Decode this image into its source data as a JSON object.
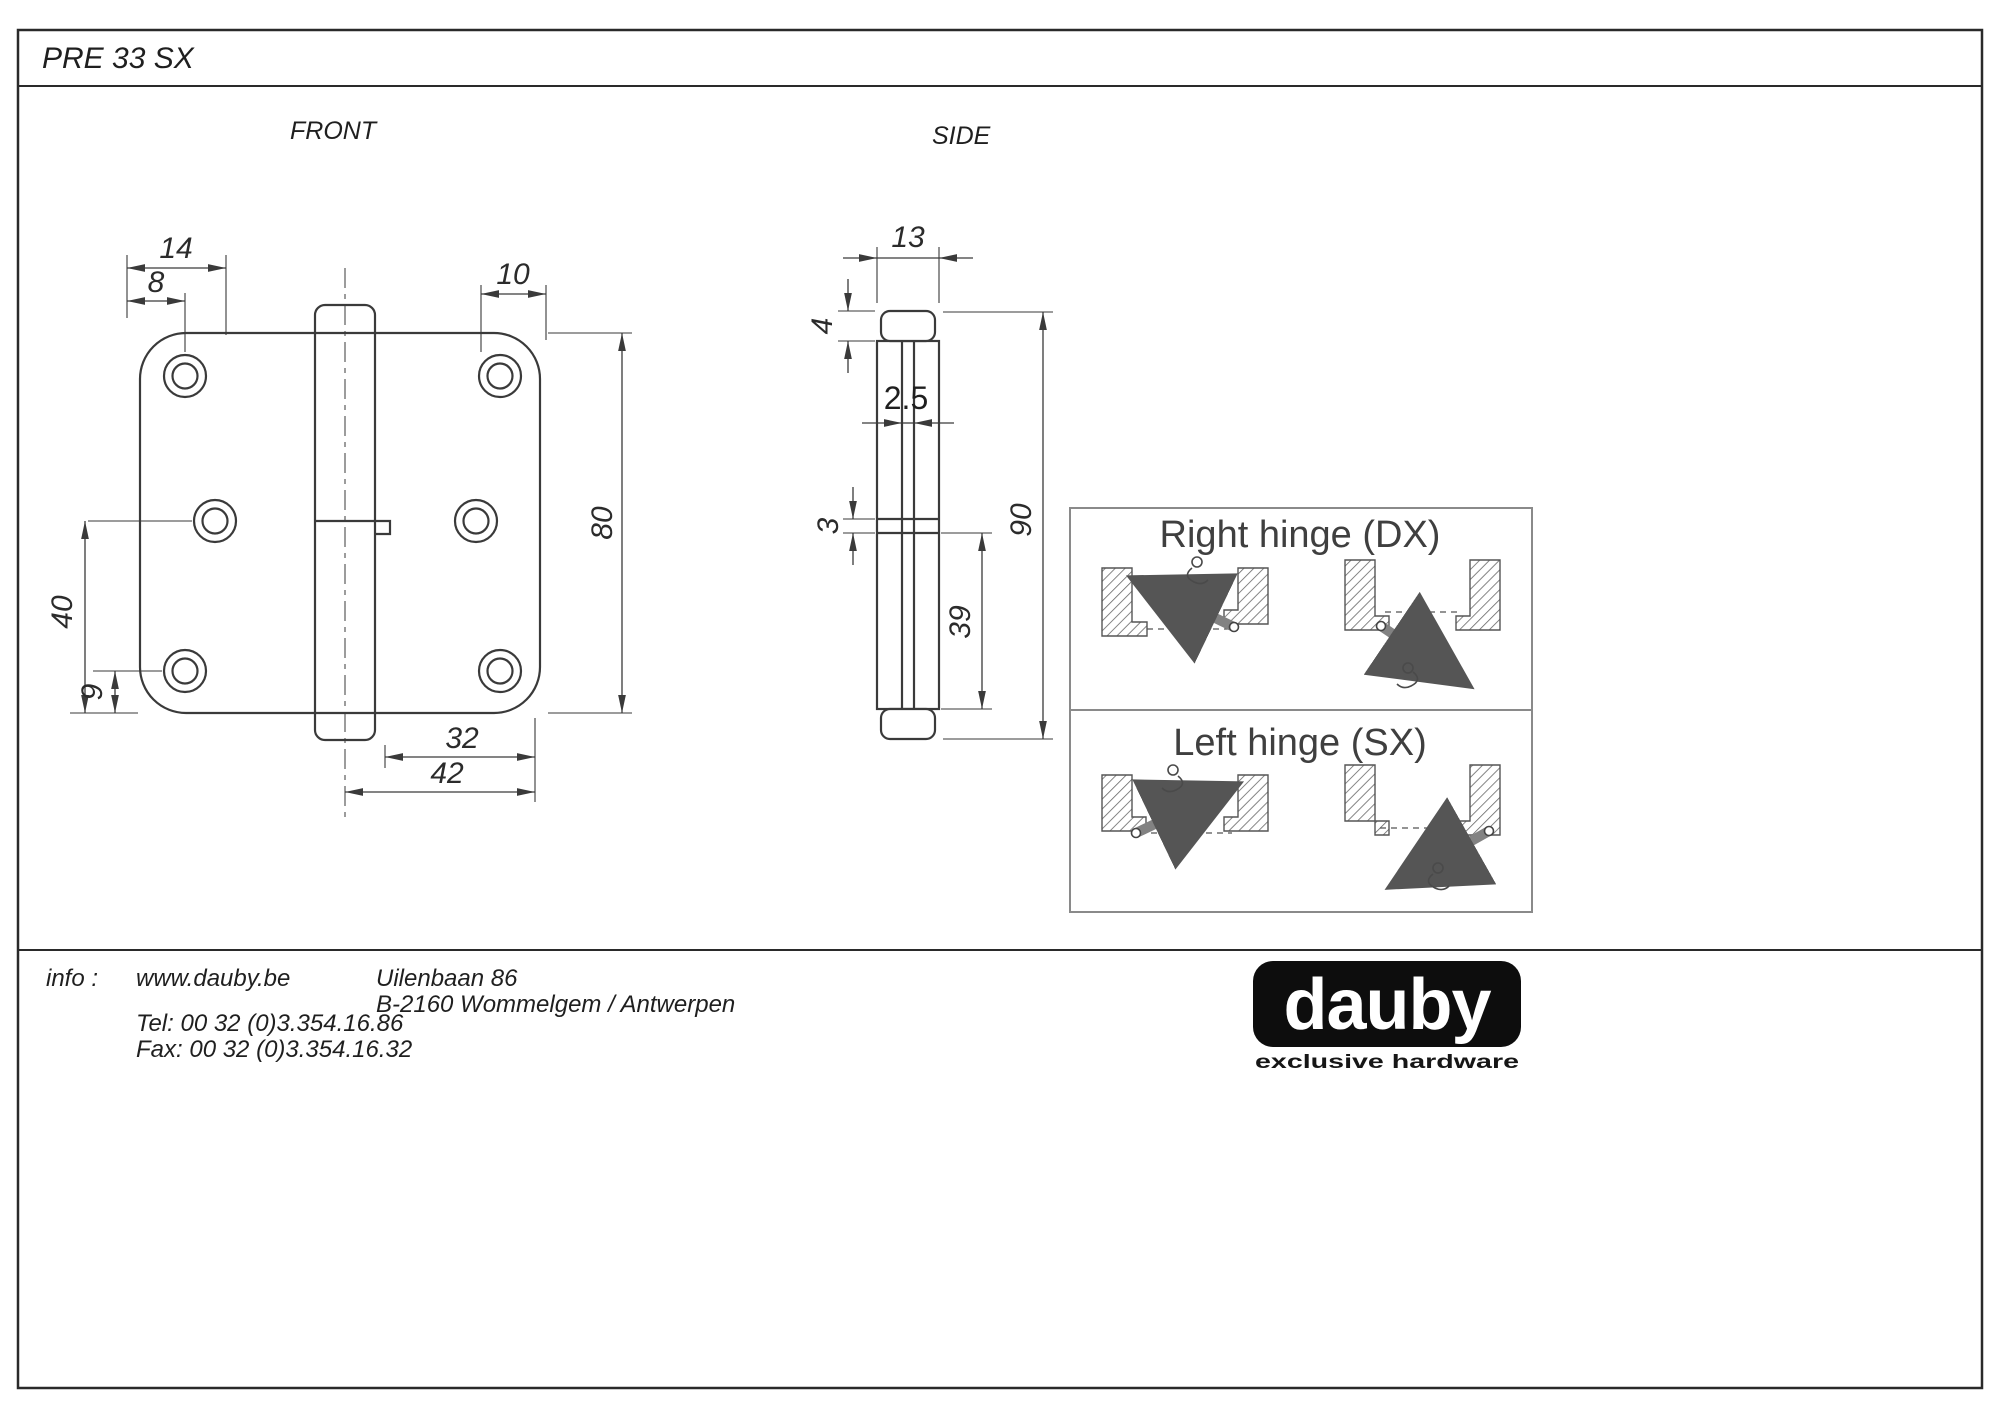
{
  "title": "PRE 33 SX",
  "front_view": {
    "label": "FRONT",
    "dims": {
      "w14": "14",
      "w8": "8",
      "w10": "10",
      "h80": "80",
      "h40": "40",
      "h9": "9",
      "w32": "32",
      "w42": "42"
    }
  },
  "side_view": {
    "label": "SIDE",
    "dims": {
      "w13": "13",
      "h4": "4",
      "t25": "2.5",
      "h3": "3",
      "h90": "90",
      "h39": "39"
    }
  },
  "hinge_panel": {
    "right_hinge_label": "Right hinge (DX)",
    "left_hinge_label": "Left hinge (SX)"
  },
  "footer": {
    "info_label": "info :",
    "website": "www.dauby.be",
    "tel": "Tel: 00 32 (0)3.354.16.86",
    "fax": "Fax: 00 32 (0)3.354.16.32",
    "address_line1": "Uilenbaan 86",
    "address_line2": "B-2160 Wommelgem / Antwerpen",
    "logo": "dauby",
    "tagline": "exclusive hardware"
  }
}
